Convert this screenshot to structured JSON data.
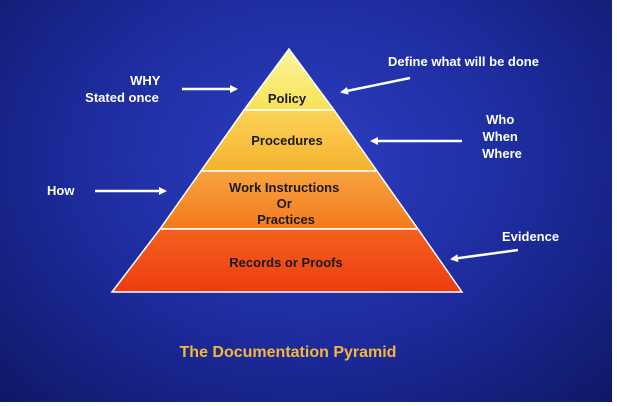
{
  "title": "The Documentation Pyramid",
  "layers": [
    {
      "label_lines": [
        "Policy"
      ]
    },
    {
      "label_lines": [
        "Procedures"
      ]
    },
    {
      "label_lines": [
        "Work Instructions",
        "Or",
        "Practices"
      ]
    },
    {
      "label_lines": [
        "Records or Proofs"
      ]
    }
  ],
  "annotations": {
    "why": [
      "WHY",
      "Stated once"
    ],
    "define": [
      "Define what will be done"
    ],
    "who": [
      "Who",
      "When",
      "Where"
    ],
    "how": [
      "How"
    ],
    "evidence": [
      "Evidence"
    ]
  },
  "colors": {
    "background": "#1c2a9a",
    "caption": "#f5b73a",
    "policy": "#f7ec6c",
    "procedures": "#f9c443",
    "work_instructions": "#f68b25",
    "records": "#f04a14"
  }
}
